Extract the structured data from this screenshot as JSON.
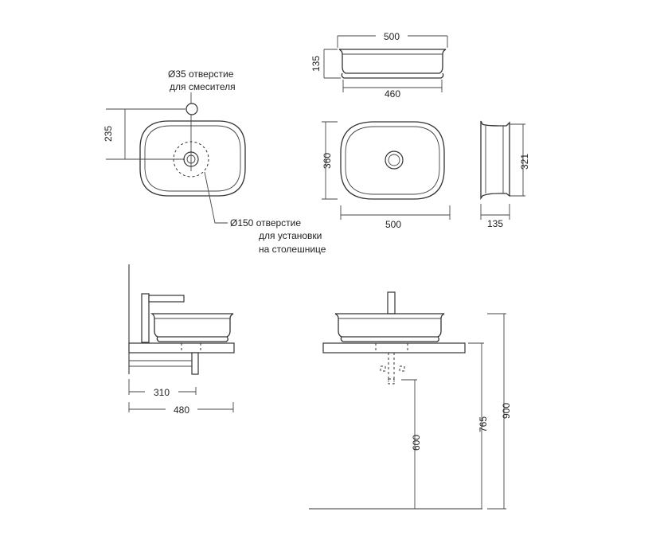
{
  "notes": {
    "mixer_hole_line1": "Ø35 отверстие",
    "mixer_hole_line2": "для смесителя",
    "counter_hole_line1": "Ø150 отверстие",
    "counter_hole_line2": "для установки",
    "counter_hole_line3": "на столешнице"
  },
  "dimensions": {
    "top_plan_depth": "235",
    "front_width_top": "500",
    "front_height": "135",
    "front_width_bottom": "460",
    "plan_depth": "360",
    "plan_width": "500",
    "side_depth": "321",
    "side_height": "135",
    "side_install_depth_inner": "310",
    "side_install_depth_outer": "480",
    "drain_height": "600",
    "counter_height": "765",
    "total_height": "900"
  }
}
